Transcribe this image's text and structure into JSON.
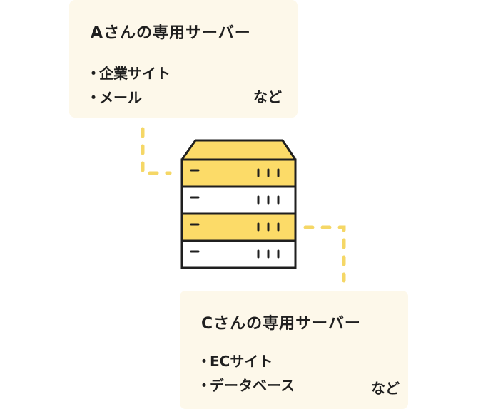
{
  "servers": [
    {
      "title": "Aさんの専用サーバー",
      "items": [
        "企業サイト",
        "メール"
      ],
      "etc": "など"
    },
    {
      "title": "Cさんの専用サーバー",
      "items": [
        "ECサイト",
        "データベース"
      ],
      "etc": "など"
    }
  ],
  "colors": {
    "card_bg": "#fdf8ea",
    "accent_yellow": "#fcdb68",
    "outline": "#1f1f1f",
    "connector": "#f5d766"
  },
  "icons": {
    "server_rack": "server-rack-icon"
  }
}
